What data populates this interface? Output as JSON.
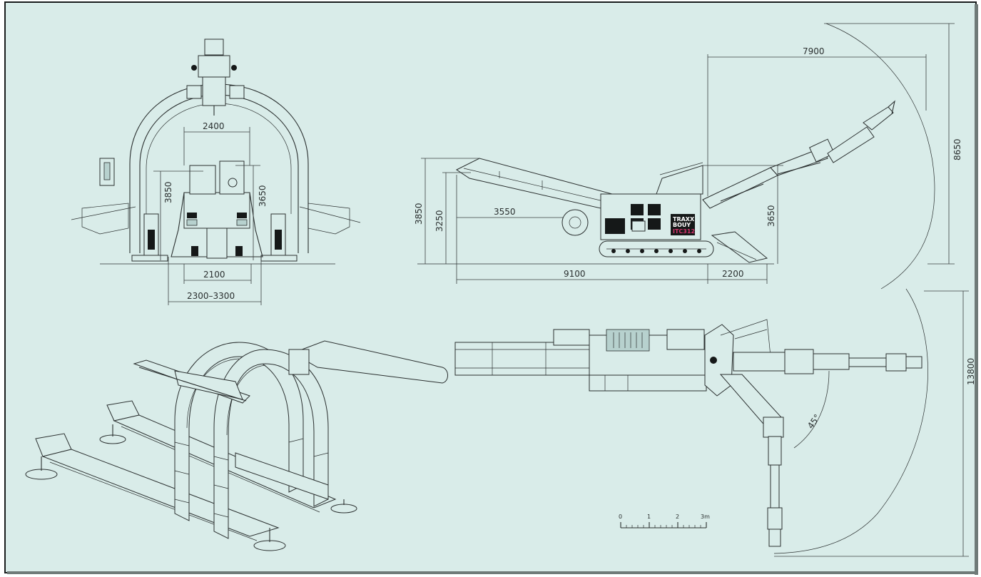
{
  "colors": {
    "background": "#d9ece9",
    "line": "#2a2f2f",
    "brand_accent": "#d6336c"
  },
  "front_view": {
    "dims": {
      "top_width": "2400",
      "left_height": "3850",
      "right_height": "3650",
      "bottom_width": "2100",
      "span_range": "2300–3300"
    }
  },
  "side_view": {
    "dims": {
      "reach_width": "7900",
      "total_height": "8650",
      "overall_height": "3850",
      "conveyor_height": "3250",
      "conveyor_reach": "3550",
      "boom_height": "3650",
      "body_length": "9100",
      "rear_length": "2200"
    },
    "machine_label": {
      "line1": "TRAXX",
      "line2": "BOUY",
      "model": "ITC312"
    }
  },
  "top_view": {
    "dims": {
      "swing_width": "13800",
      "swing_angle": "45°"
    }
  },
  "scale_bar": {
    "ticks": [
      "0",
      "1",
      "2",
      "3m"
    ]
  }
}
